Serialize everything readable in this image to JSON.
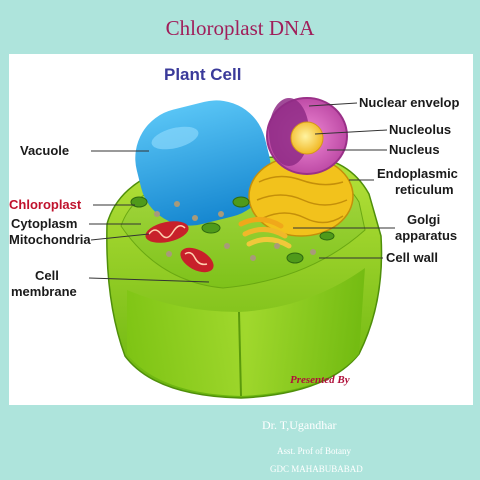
{
  "slide": {
    "title": "Chloroplast DNA",
    "presented_by": "Presented  By",
    "author": "Dr. T,Ugandhar",
    "designation": "Asst. Prof of Botany",
    "college": "GDC MAHABUBABAD"
  },
  "diagram": {
    "heading": "Plant Cell",
    "labels": {
      "vacuole": "Vacuole",
      "chloroplast": "Chloroplast",
      "cytoplasm": "Cytoplasm",
      "mitochondria": "Mitochondria",
      "cell_membrane_1": "Cell",
      "cell_membrane_2": "membrane",
      "nuclear_envelope": "Nuclear envelop",
      "nucleolus": "Nucleolus",
      "nucleus": "Nucleus",
      "er_1": "Endoplasmic",
      "er_2": "reticulum",
      "golgi_1": "Golgi",
      "golgi_2": "apparatus",
      "cell_wall": "Cell wall"
    },
    "colors": {
      "chloroplast_label": "#c0122d",
      "heading": "#3a3a9a",
      "cell_green": "#8ccf1c",
      "vacuole": "#2aa6e8",
      "nucleus": "#d25ab8",
      "nucleolus": "#f3c23a",
      "er": "#f2c21c"
    }
  }
}
